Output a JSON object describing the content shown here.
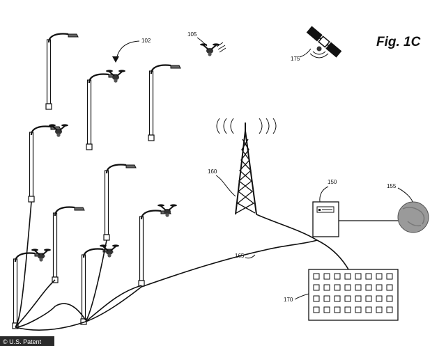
{
  "figure": {
    "title": "Fig. 1C",
    "credit": "© U.S. Patent"
  },
  "labels": {
    "street_lights": "102",
    "drone": "105",
    "server_cabinet": "150",
    "globe": "155",
    "tower": "160",
    "network_line": "165",
    "keypad": "170",
    "satellite": "175"
  },
  "icons": {
    "street_light": "street-lamp-icon",
    "drone": "drone-icon",
    "satellite": "satellite-icon",
    "tower": "radio-tower-icon",
    "cabinet": "server-cabinet-icon",
    "globe": "globe-icon",
    "keypad": "keypad-icon"
  },
  "colors": {
    "line": "#111111",
    "globe": "#9a9a9a",
    "credit_bg": "#2a2a2a"
  }
}
